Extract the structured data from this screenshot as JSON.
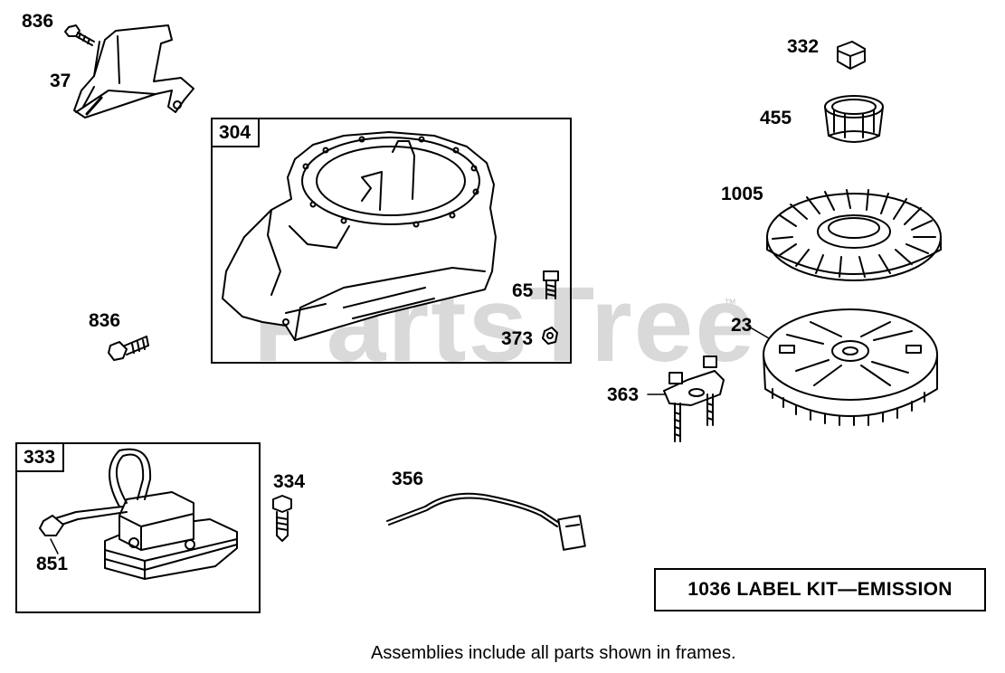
{
  "watermark": {
    "text": "PartsTree",
    "tm": "™"
  },
  "frames": [
    {
      "id": "frame-304",
      "tag": "304"
    },
    {
      "id": "frame-333",
      "tag": "333"
    }
  ],
  "callouts": {
    "p836a": "836",
    "p37": "37",
    "p332": "332",
    "p455": "455",
    "p1005": "1005",
    "p65": "65",
    "p373": "373",
    "p836b": "836",
    "p23": "23",
    "p363": "363",
    "p334": "334",
    "p356": "356",
    "p851": "851"
  },
  "label_kit": "1036 LABEL KIT—EMISSION",
  "footnote": "Assemblies include all parts shown in frames."
}
